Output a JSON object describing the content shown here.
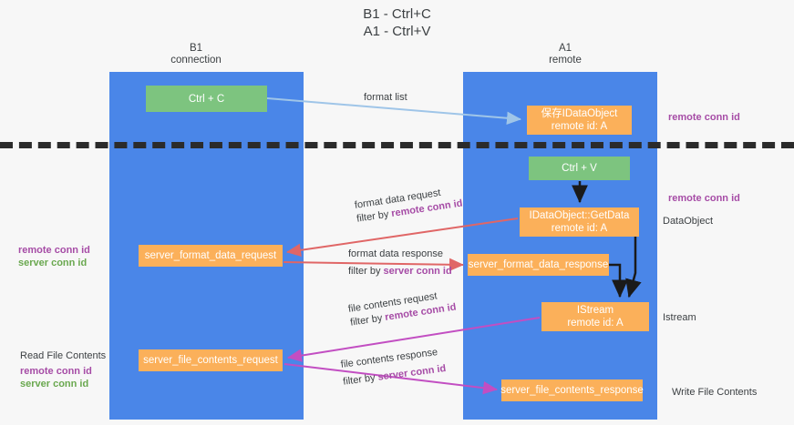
{
  "title": "B1 - Ctrl+C\nA1 - Ctrl+V",
  "columns": {
    "left": {
      "caption": "B1\nconnection"
    },
    "right": {
      "caption": "A1\nremote"
    }
  },
  "boxes": {
    "ctrl_c": "Ctrl + C",
    "save_idataobject": "保存IDataObject\nremote id: A",
    "ctrl_v": "Ctrl + V",
    "getdata": "IDataObject::GetData\nremote id: A",
    "server_format_data_request": "server_format_data_request",
    "server_format_data_response": "server_format_data_response",
    "istream": "IStream\nremote id: A",
    "server_file_contents_request": "server_file_contents_request",
    "server_file_contents_response": "server_file_contents_response"
  },
  "annotations": {
    "remote_conn_id": "remote conn id",
    "server_conn_id": "server conn id",
    "dataobject": "DataObject",
    "istream_label": "Istream",
    "read_file_contents": "Read File Contents",
    "write_file_contents": "Write File Contents"
  },
  "edges": {
    "format_list": "format list",
    "format_data_request": "format data request",
    "filter_by_prefix": "filter by ",
    "format_data_response": "format data response",
    "file_contents_request": "file contents request",
    "file_contents_response": "file contents response"
  },
  "colors": {
    "lane": "#4a86e8",
    "green_box": "#7dc47f",
    "orange_box": "#fbb05a",
    "purple": "#a64ca6",
    "green_text": "#6aa84f",
    "arrow_lightblue": "#9fc5e8",
    "arrow_red": "#e06666",
    "arrow_magenta": "#c24ec2",
    "arrow_black": "#1a1a1a",
    "divider": "#2b2b2b",
    "background": "#f7f7f7"
  }
}
